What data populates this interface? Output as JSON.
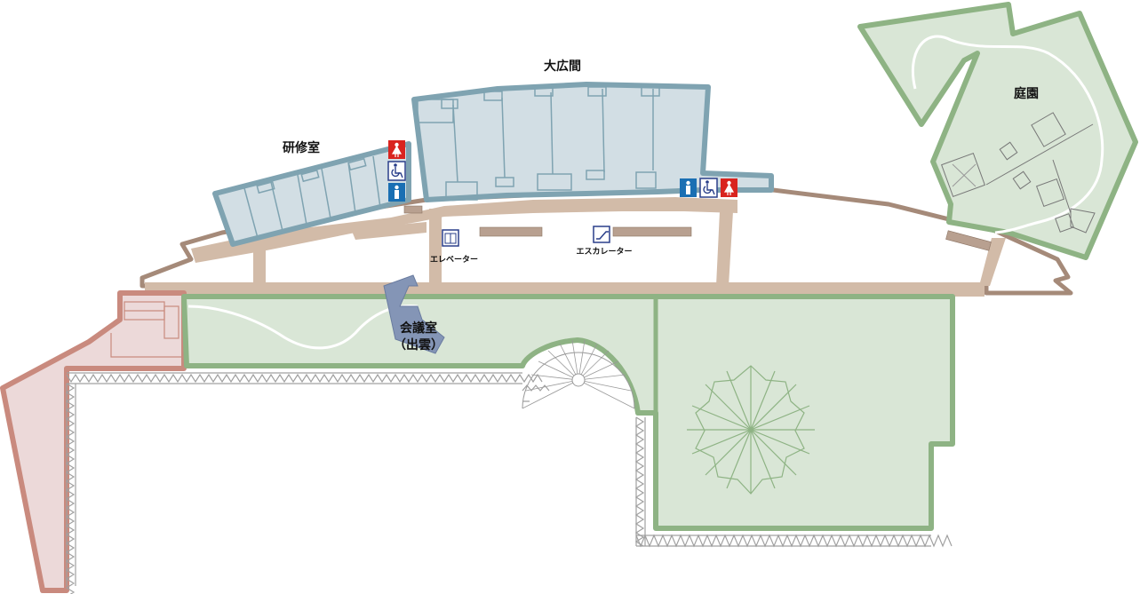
{
  "map": {
    "rooms": {
      "grand_hall": "大広間",
      "training_room": "研修室",
      "garden": "庭園",
      "meeting_room_line1": "会議室",
      "meeting_room_line2": "（出雲）"
    },
    "facilities": {
      "elevator": "エレベーター",
      "escalator": "エスカレーター"
    },
    "colors": {
      "hall_fill": "#d2dee4",
      "hall_border": "#7fa3b1",
      "corridor": "#d2bba8",
      "outer_wall": "#a58a79",
      "garden_fill": "#d9e6d6",
      "garden_border": "#8eb384",
      "red_section_fill": "#ecd9d9",
      "red_section_border": "#c98a7e",
      "meeting_fill": "#8495b6",
      "restroom_female": "#d9241f",
      "restroom_male": "#1a6fb3",
      "accessible": "#2a3f8a"
    }
  }
}
